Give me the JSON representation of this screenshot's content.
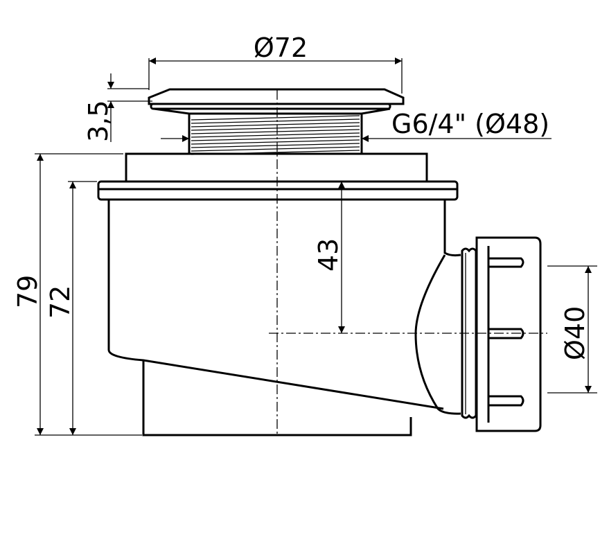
{
  "dimensions": {
    "cap_diameter": "Ø72",
    "cap_height": "3,5",
    "thread": "G6/4\" (Ø48)",
    "total_height": "79",
    "body_height": "72",
    "outlet_axis_height": "43",
    "outlet_diameter": "Ø40"
  }
}
